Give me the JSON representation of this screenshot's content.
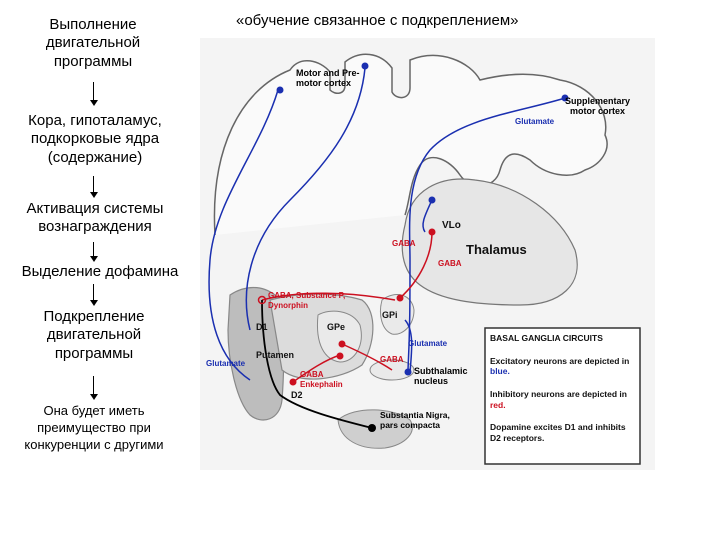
{
  "title": "«обучение связанное с подкреплением»",
  "flow": {
    "step1": "Выполнение двигательной программы",
    "step2": "Кора, гипоталамус, подкорковые ядра (содержание)",
    "step3": "Активация системы вознаграждения",
    "step4": "Выделение дофамина",
    "step5": "Подкрепление двигательной программы",
    "step6": "Она будет иметь преимущество при конкуренции с другими"
  },
  "diagram": {
    "motor_cortex": "Motor and Pre-motor cortex",
    "supplementary_motor_cortex": "Supplementary motor cortex",
    "glutamate_top": "Glutamate",
    "vlo": "VLo",
    "gaba_1": "GABA",
    "thalamus": "Thalamus",
    "gaba_2": "GABA",
    "gaba_substance_p": "GABA, Substance P, Dynorphin",
    "gpi": "GPi",
    "d1": "D1",
    "gpe": "GPe",
    "glutamate_right": "Glutamate",
    "gaba_3": "GABA",
    "putamen": "Putamen",
    "glutamate_left": "Glutamate",
    "subthalamic_nucleus": "Subthalamic nucleus",
    "gaba_enkephalin": "GABA Enkephalin",
    "d2": "D2",
    "substantia_nigra": "Substantia Nigra, pars compacta",
    "legend": {
      "heading": "BASAL GANGLIA CIRCUITS",
      "excitatory": "Excitatory neurons are depicted in",
      "excitatory_color_word": "blue.",
      "inhibitory": "Inhibitory neurons are depicted in",
      "inhibitory_color_word": "red.",
      "dopamine": "Dopamine excites D1 and inhibits D2 receptors."
    }
  },
  "colors": {
    "excitatory": "#1a2fb0",
    "inhibitory": "#cc1020",
    "dopamine": "#000000"
  }
}
